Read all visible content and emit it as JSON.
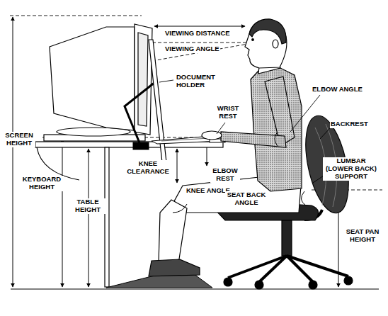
{
  "diagram": {
    "labels": [
      "VIEWING DISTANCE",
      "VIEWING ANGLE",
      "DOCUMENT HOLDER",
      "SCREEN HEIGHT",
      "WRIST REST",
      "ELBOW ANGLE",
      "BACKREST",
      "KNEE CLEARANCE",
      "ELBOW REST",
      "LUMBAR (LOWER BACK) SUPPORT",
      "KEYBOARD HEIGHT",
      "TABLE HEIGHT",
      "KNEE ANGLE",
      "SEAT BACK ANGLE",
      "SEAT PAN HEIGHT"
    ]
  }
}
